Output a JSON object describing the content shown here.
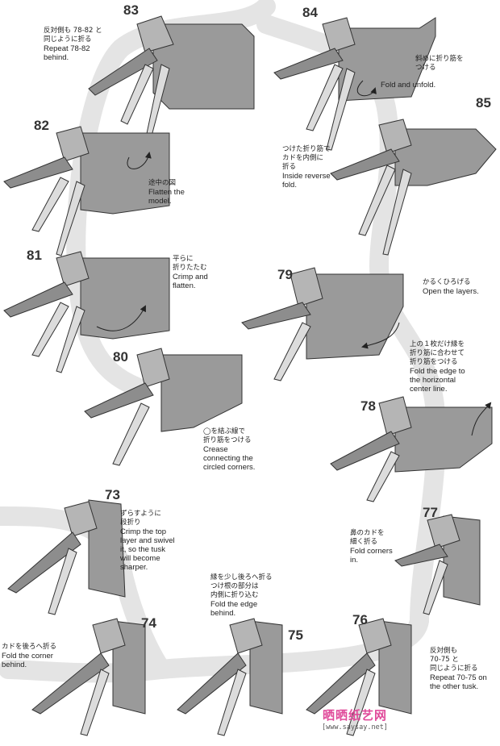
{
  "colors": {
    "paper": "#9a9a9a",
    "paper_dark": "#6f6f6f",
    "paper_light": "#b5b5b5",
    "path": "#e4e4e4",
    "line": "#333333",
    "watermark": "#e04a9a"
  },
  "steps": [
    {
      "num": "83",
      "jp": [
        "反対側も 78-82 と",
        "同じように折る"
      ],
      "en": [
        "Repeat 78-82",
        "behind."
      ]
    },
    {
      "num": "84",
      "jp": [
        "斜めに折り筋を",
        "つける"
      ],
      "en": [
        "Fold and unfold."
      ]
    },
    {
      "num": "85",
      "jp": [
        "つけた折り筋で",
        "カドを内側に",
        "折る"
      ],
      "en": [
        "Inside reverse",
        "fold."
      ]
    },
    {
      "num": "82",
      "jp": [
        "途中の図"
      ],
      "en": [
        "Flatten the",
        "model."
      ]
    },
    {
      "num": "81",
      "jp": [
        "平らに",
        "折りたたむ"
      ],
      "en": [
        "Crimp and",
        "flatten."
      ]
    },
    {
      "num": "79",
      "jp": [
        "かるくひろげる"
      ],
      "en": [
        "Open the layers."
      ]
    },
    {
      "num": "80",
      "jp": [
        "◯を結ぶ線で",
        "折り筋をつける"
      ],
      "en": [
        "Crease",
        "connecting the",
        "circled corners."
      ]
    },
    {
      "num": "78",
      "jp": [
        "上の１枚だけ縁を",
        "折り筋に合わせて",
        "折り筋をつける"
      ],
      "en": [
        "Fold the edge to",
        "the horizontal",
        "center line."
      ]
    },
    {
      "num": "73",
      "jp": [
        "ずらすように",
        "段折り"
      ],
      "en": [
        "Crimp the top",
        "layer and swivel",
        "it, so the tusk",
        "will become",
        "sharper."
      ]
    },
    {
      "num": "77",
      "jp": [
        "鼻のカドを",
        "細く折る"
      ],
      "en": [
        "Fold corners",
        "in."
      ]
    },
    {
      "num": "74",
      "jp": [
        "カドを後ろへ折る"
      ],
      "en": [
        "Fold the corner",
        "behind."
      ]
    },
    {
      "num": "75",
      "jp": [
        "縁を少し後ろへ折る",
        "つけ根の部分は",
        "内側に折り込む"
      ],
      "en": [
        "Fold the edge",
        "behind."
      ]
    },
    {
      "num": "76",
      "jp": [
        "反対側も",
        "70-75 と",
        "同じように折る"
      ],
      "en": [
        "Repeat 70-75 on",
        "the other tusk."
      ]
    }
  ],
  "watermark": {
    "text": "晒晒纸艺网",
    "url": "[www.saysay.net]"
  }
}
